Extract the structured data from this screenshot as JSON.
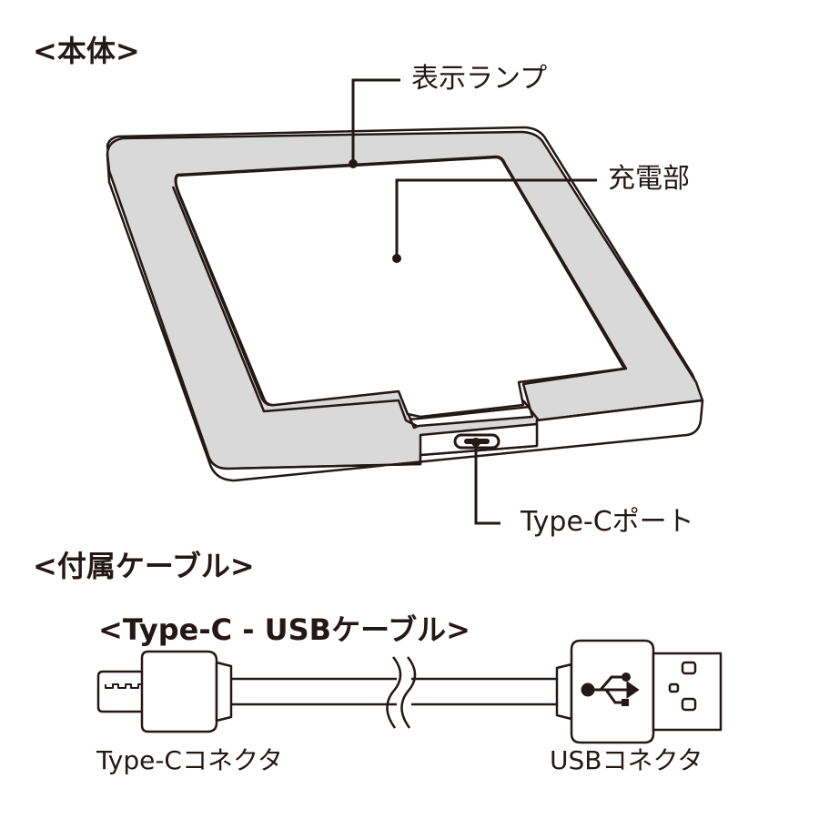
{
  "sections": {
    "body_heading": "<本体>",
    "accessory_heading": "<付属ケーブル>",
    "cable_heading": "<Type-C - USBケーブル>"
  },
  "callouts": {
    "indicator_lamp": "表示ランプ",
    "charging_area": "充電部",
    "type_c_port": "Type-Cポート"
  },
  "cable": {
    "type_c_connector": "Type-Cコネクタ",
    "usb_connector": "USBコネクタ"
  },
  "colors": {
    "ink": "#231815",
    "frame_gray": "#d9d9d9",
    "surface": "#ffffff"
  },
  "icons": [
    "usb-trident-icon"
  ]
}
